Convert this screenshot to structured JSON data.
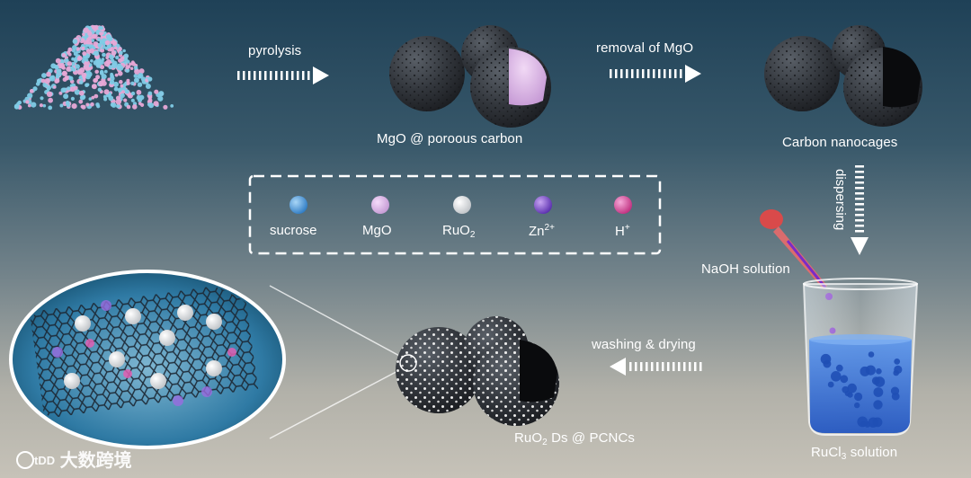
{
  "steps": {
    "pyrolysis": "pyrolysis",
    "removal": "removal of MgO",
    "dispersing": "dispersing",
    "washing": "washing & drying"
  },
  "materials": {
    "mgo_carbon": "MgO @ poroous carbon",
    "nanocages": "Carbon nanocages",
    "naoh": "NaOH solution",
    "rucl3_prefix": "RuCl",
    "rucl3_sub": "3",
    "rucl3_suffix": " solution",
    "ruo2_prefix": "RuO",
    "ruo2_sub": "2",
    "ruo2_suffix": " Ds @ PCNCs"
  },
  "legend": {
    "items": [
      {
        "label": "sucrose",
        "color": "#4b9ad8"
      },
      {
        "label": "MgO",
        "color": "#d7a6dc"
      },
      {
        "label_prefix": "RuO",
        "label_sub": "2",
        "color": "#dedede"
      },
      {
        "label_prefix": "Zn",
        "label_sup": "2+",
        "color": "#7b4fc9"
      },
      {
        "label_prefix": "H",
        "label_sup": "+",
        "color": "#d94fa3"
      }
    ]
  },
  "watermark": {
    "logo": "tDD",
    "text": "大数跨境"
  },
  "colors": {
    "carbon": "#2f3237",
    "carbon_light": "#4a4f56",
    "mgo_core": "#d9b5e6",
    "liquid": "#2f6fd6",
    "dropper": "#e05656"
  }
}
